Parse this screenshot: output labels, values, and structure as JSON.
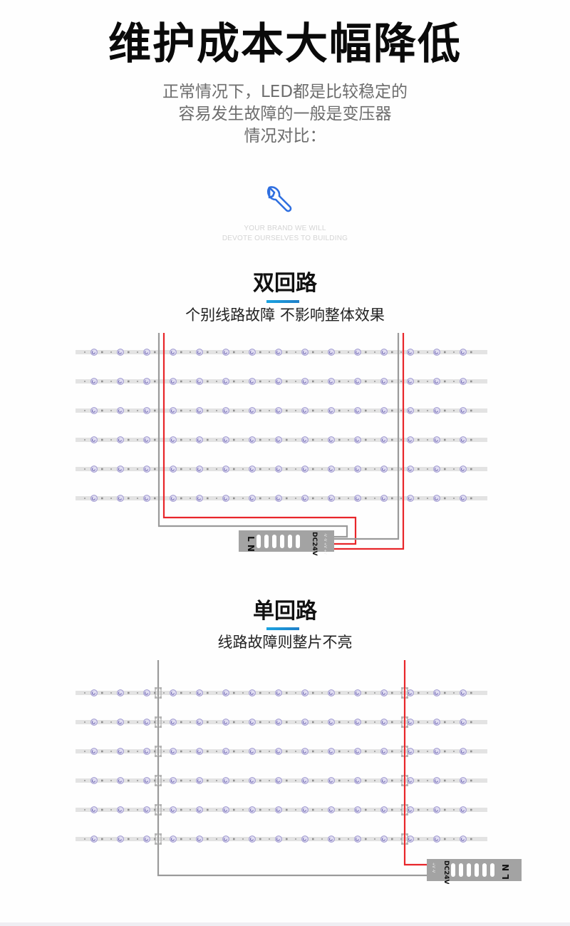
{
  "header": {
    "title": "维护成本大幅降低",
    "subtitle_lines": [
      "正常情况下，LED都是比较稳定的",
      "容易发生故障的一般是变压器",
      "情况对比："
    ],
    "icon": "wrench-icon",
    "icon_color": "#2f6fe0",
    "tagline_lines": [
      "YOUR BRAND WE WILL",
      "DEVOTE OURSELVES TO BUILDING"
    ]
  },
  "sections": [
    {
      "title": "双回路",
      "description": "个别线路故障 不影响整体效果",
      "strip_rows": 6,
      "driver": {
        "label": "DC24V",
        "input_labels": [
          "L",
          "N"
        ]
      }
    },
    {
      "title": "单回路",
      "description": "线路故障则整片不亮",
      "strip_rows": 6,
      "driver": {
        "label": "DC24V",
        "input_labels": [
          "L",
          "N"
        ]
      }
    }
  ],
  "colors": {
    "wire_red": "#e8262a",
    "wire_gray": "#9a9a9a",
    "strip": "#e3e3e3",
    "led": "#8b84c8",
    "driver_body": "#a3a3a3",
    "accent_bar": "#1a9be0"
  }
}
